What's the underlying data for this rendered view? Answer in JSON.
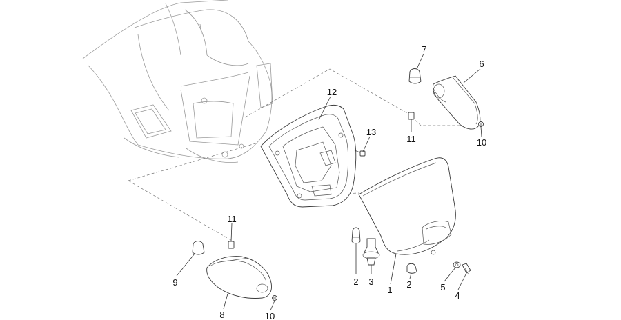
{
  "callouts": [
    {
      "id": "c12",
      "text": "12"
    },
    {
      "id": "c13",
      "text": "13"
    },
    {
      "id": "c7",
      "text": "7"
    },
    {
      "id": "c6",
      "text": "6"
    },
    {
      "id": "c11a",
      "text": "11"
    },
    {
      "id": "c10a",
      "text": "10"
    },
    {
      "id": "c11b",
      "text": "11"
    },
    {
      "id": "c9",
      "text": "9"
    },
    {
      "id": "c8",
      "text": "8"
    },
    {
      "id": "c10b",
      "text": "10"
    },
    {
      "id": "c2a",
      "text": "2"
    },
    {
      "id": "c3",
      "text": "3"
    },
    {
      "id": "c1",
      "text": "1"
    },
    {
      "id": "c2b",
      "text": "2"
    },
    {
      "id": "c5",
      "text": "5"
    },
    {
      "id": "c4",
      "text": "4"
    }
  ]
}
